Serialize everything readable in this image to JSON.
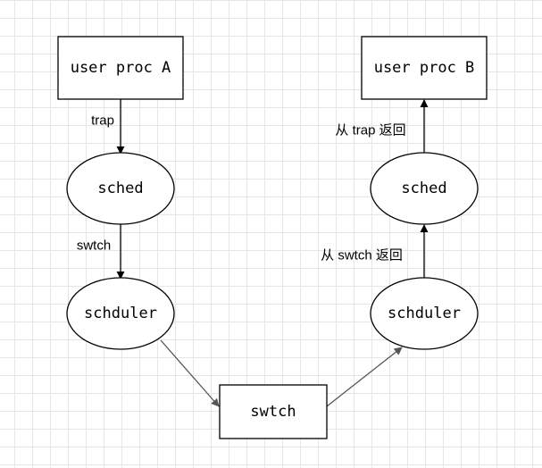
{
  "nodes": {
    "user_proc_a": "user proc A",
    "user_proc_b": "user proc B",
    "sched_left": "sched",
    "sched_right": "sched",
    "schduler_left": "schduler",
    "schduler_right": "schduler",
    "swtch_box": "swtch"
  },
  "edge_labels": {
    "trap": "trap",
    "swtch": "swtch",
    "return_from_trap": "从 trap 返回",
    "return_from_swtch": "从 swtch 返回"
  }
}
